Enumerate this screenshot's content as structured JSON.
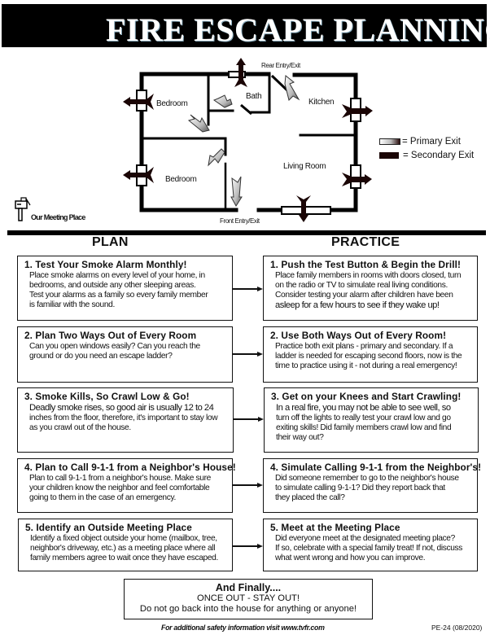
{
  "header": {
    "title": "FIRE ESCAPE PLANNING"
  },
  "floor_plan": {
    "rooms": {
      "bedroom_top": "Bedroom",
      "bedroom_bottom": "Bedroom",
      "bath": "Bath",
      "kitchen": "Kitchen",
      "living_room": "Living Room"
    },
    "labels": {
      "rear_entry": "Rear Entry/Exit",
      "front_entry": "Front Entry/Exit",
      "meeting_place": "Our Meeting Place"
    },
    "legend": {
      "primary": "= Primary Exit",
      "secondary": "= Secondary Exit"
    },
    "colors": {
      "secondary_exit": "#1a0505",
      "wall": "#000000"
    }
  },
  "columns": {
    "plan_heading": "PLAN",
    "practice_heading": "PRACTICE"
  },
  "plan": [
    {
      "title": "1. Test Your Smoke Alarm Monthly!",
      "lines": [
        "Place smoke alarms on every level of your home, in",
        "bedrooms, and outside any other sleeping areas.",
        "Test your alarms as a family so every family member",
        "is familiar with the sound."
      ]
    },
    {
      "title": "2. Plan Two Ways Out of Every Room",
      "lines": [
        "Can you open windows easily? Can you reach the",
        "ground or do you need an escape ladder?"
      ]
    },
    {
      "title": "3. Smoke Kills, So Crawl Low & Go!",
      "lines": [
        "Deadly smoke rises, so good air is usually 12 to 24",
        "inches from the floor, therefore, it's important to stay low",
        "as you crawl out of the house."
      ]
    },
    {
      "title": "4. Plan to Call 9-1-1 from a Neighbor's House!",
      "lines": [
        "Plan to call 9-1-1 from a neighbor's house. Make sure",
        "your children know the neighbor and feel comfortable",
        "going to them in the case of an emergency."
      ]
    },
    {
      "title": "5. Identify an Outside Meeting Place",
      "lines": [
        "Identify a fixed object outside your home (mailbox, tree,",
        "neighbor's driveway, etc.) as a meeting place where all",
        "family members agree to wait once they have escaped."
      ]
    }
  ],
  "practice": [
    {
      "title": "1. Push the Test Button & Begin the Drill!",
      "lines": [
        "Place family members in rooms with doors closed, turn",
        "on the radio or TV to simulate real living conditions.",
        "Consider testing your alarm after children have been",
        "asleep for a few hours to see if they wake up!"
      ]
    },
    {
      "title": "2. Use Both Ways Out of Every Room!",
      "lines": [
        "Practice both exit plans - primary and secondary. If a",
        "ladder is needed for escaping second floors, now is the",
        "time to practice using it - not during a real emergency!"
      ]
    },
    {
      "title": "3. Get on your Knees and Start Crawling!",
      "lines": [
        "In a real fire, you may not be able to see well, so",
        "turn off the lights to really test your crawl low and go",
        "exiting skills! Did family members crawl low and find",
        "their way out?"
      ]
    },
    {
      "title": "4. Simulate Calling 9-1-1 from the Neighbor's!",
      "lines": [
        "Did someone remember to go to the neighbor's house",
        "to simulate calling 9-1-1? Did they report back that",
        "they placed the call?"
      ]
    },
    {
      "title": "5. Meet at the Meeting Place",
      "lines": [
        "Did everyone meet at the designated meeting place?",
        "If so, celebrate with a special family treat! If not, discuss",
        "what went wrong and how you can improve."
      ]
    }
  ],
  "finally": {
    "title": "And Finally....",
    "line1": "ONCE OUT - STAY OUT!",
    "line2": "Do not go back into the house for anything or anyone!"
  },
  "footer": {
    "info": "For additional safety information visit www.tvfr.com",
    "code": "PE-24 (08/2020)"
  }
}
